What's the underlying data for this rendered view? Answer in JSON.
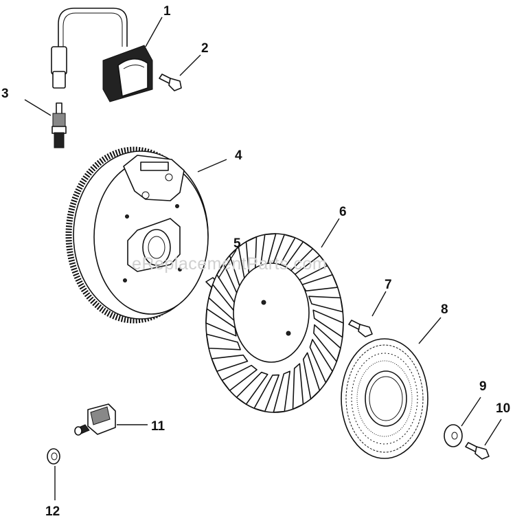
{
  "watermark": "eReplacementParts.com",
  "callouts": [
    {
      "id": "1",
      "label": "1"
    },
    {
      "id": "2",
      "label": "2"
    },
    {
      "id": "3",
      "label": "3"
    },
    {
      "id": "4",
      "label": "4"
    },
    {
      "id": "5",
      "label": "5"
    },
    {
      "id": "6",
      "label": "6"
    },
    {
      "id": "7",
      "label": "7"
    },
    {
      "id": "8",
      "label": "8"
    },
    {
      "id": "9",
      "label": "9"
    },
    {
      "id": "10",
      "label": "10"
    },
    {
      "id": "11",
      "label": "11"
    },
    {
      "id": "12",
      "label": "12"
    }
  ]
}
